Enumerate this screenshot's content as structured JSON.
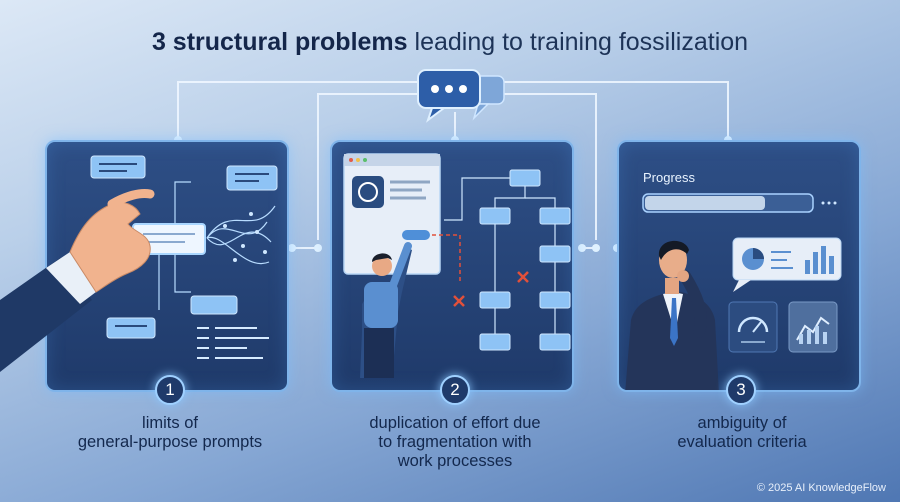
{
  "title": {
    "bold": "3 structural problems",
    "rest": " leading to training fossilization"
  },
  "panels": [
    {
      "number": "1",
      "caption_line1": "limits of",
      "caption_line2": "general-purpose prompts",
      "caption_line3": ""
    },
    {
      "number": "2",
      "caption_line1": "duplication of effort due",
      "caption_line2": "to fragmentation with",
      "caption_line3": "work processes"
    },
    {
      "number": "3",
      "caption_line1": "ambiguity of",
      "caption_line2": "evaluation criteria",
      "caption_line3": ""
    }
  ],
  "progress_label": "Progress",
  "footer": "© 2025 AI KnowledgeFlow",
  "icons": {
    "hub": "chat-bubbles-icon",
    "panel2_logo": "ai-logo-icon",
    "panel3_meter": "speedometer-icon",
    "panel3_chart": "trend-chart-icon"
  },
  "colors": {
    "panel_bg": "#1f3a6a",
    "glow": "#7fb4ea",
    "error": "#e2503a"
  }
}
